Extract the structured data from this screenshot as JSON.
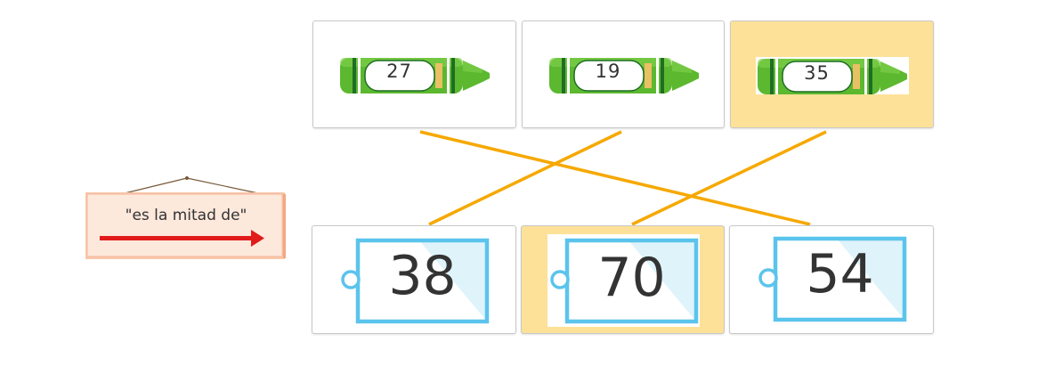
{
  "crayons": [
    {
      "label": "27"
    },
    {
      "label": "19"
    },
    {
      "label": "35"
    }
  ],
  "tags": [
    {
      "label": "38"
    },
    {
      "label": "70"
    },
    {
      "label": "54"
    }
  ],
  "relation_sign": {
    "text": "\"es la mitad de\""
  },
  "colors": {
    "crayon_green": "#5cb82f",
    "crayon_dark": "#1f6e24",
    "selected_bg": "#fde198",
    "connector": "#f6a800",
    "tag_border": "#5bc4ec",
    "tag_fill": "#dff3fb",
    "arrow": "#e11a1a",
    "sign_bg": "#fde8dc"
  },
  "selection": {
    "crayon_selected": 2,
    "tag_selected": 1
  },
  "connections": [
    [
      0,
      2
    ],
    [
      1,
      0
    ],
    [
      2,
      1
    ]
  ]
}
